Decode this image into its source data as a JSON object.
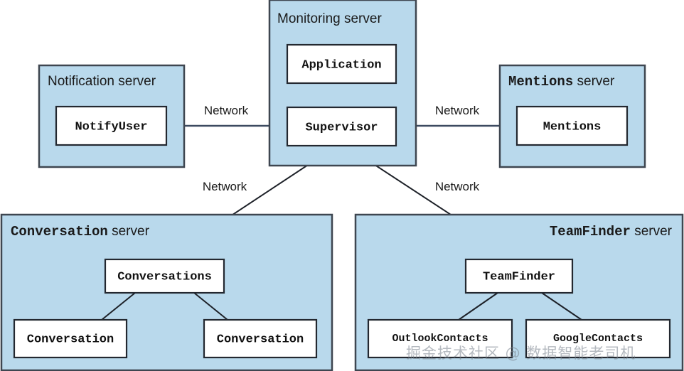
{
  "diagram": {
    "title": "Distributed system architecture diagram",
    "colors": {
      "server_fill": "#b9d9ec",
      "server_stroke": "#3e4650",
      "node_fill": "#ffffff",
      "node_stroke": "#232830",
      "network_link": "#3c4a60",
      "inner_link": "#1d2128",
      "background": "#ffffff"
    },
    "servers": {
      "notification": {
        "name_mono": "",
        "name_plain": "Notification server"
      },
      "monitoring": {
        "name_mono": "",
        "name_plain": "Monitoring server"
      },
      "mentions": {
        "name_mono": "Mentions",
        "name_plain": " server"
      },
      "conversation": {
        "name_mono": "Conversation",
        "name_plain": " server"
      },
      "teamfinder": {
        "name_mono": "TeamFinder",
        "name_plain": " server"
      }
    },
    "nodes": {
      "notify_user": "NotifyUser",
      "application": "Application",
      "supervisor": "Supervisor",
      "mentions_proc": "Mentions",
      "conversations": "Conversations",
      "conversation_left": "Conversation",
      "conversation_right": "Conversation",
      "teamfinder": "TeamFinder",
      "outlook_contacts": "OutlookContacts",
      "google_contacts": "GoogleContacts"
    },
    "edge_labels": {
      "network_left": "Network",
      "network_right": "Network",
      "network_bottom_left": "Network",
      "network_bottom_right": "Network"
    },
    "watermark": "掘金技术社区 @ 数据智能老司机"
  }
}
